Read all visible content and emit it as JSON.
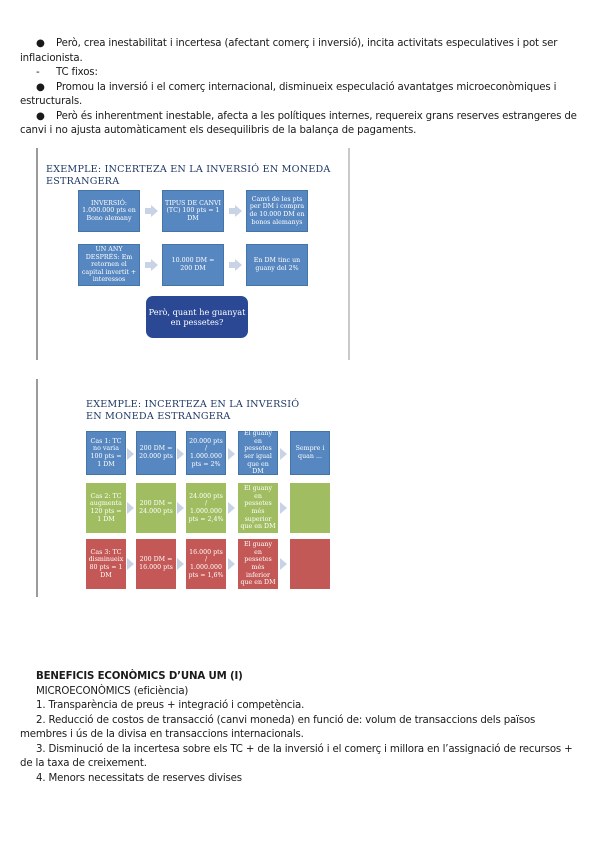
{
  "intro": {
    "bullet1": "Però, crea inestabilitat i incertesa (afectant comerç i inversió), incita activitats especulatives i pot ser inflacionista.",
    "dash_label": "TC fixos:",
    "bullet2": "Promou la inversió i el comerç internacional, disminueix especulació avantatges microeconòmiques i estructurals.",
    "bullet3": "Però és inherentment inestable, afecta a les polítiques internes, requereix grans reserves estrangeres de canvi i no ajusta automàticament els desequilibris de la balança de pagaments.",
    "bullet_glyph": "●",
    "dash_glyph": "-"
  },
  "slide1": {
    "title": "EXEMPLE: INCERTEZA EN LA INVERSIÓ EN MONEDA ESTRANGERA",
    "box_a": "INVERSIÓ: 1.000.000 pts en Bono alemany",
    "box_b": "TIPUS DE CANVI (TC) 100 pts = 1 DM",
    "box_c": "Canvi de les pts per DM i compra de 10.000 DM en bonos alemanys",
    "box_d": "UN ANY DESPRÉS: Em retornen el capital invertit + interessos",
    "box_e": "10.000 DM = 200 DM",
    "box_f": "En DM tinc un guany del 2%",
    "box_g": "Però, quant he guanyat en pessetes?"
  },
  "slide2": {
    "title": "EXEMPLE: INCERTEZA EN LA INVERSIÓ EN MONEDA ESTRANGERA",
    "row1": [
      "Cas 1: TC no varia 100 pts = 1 DM",
      "200 DM = 20.000 pts",
      "20.000 pts / 1.000.000 pts = 2%",
      "El guany en pessetes ser igual que en DM",
      "Sempre i quan ..."
    ],
    "row2": [
      "Cas 2: TC augmenta 120 pts = 1 DM",
      "200 DM = 24.000 pts",
      "24.000 pts / 1.000.000 pts = 2,4%",
      "El guany en pessetes més superior que en DM",
      ""
    ],
    "row3": [
      "Cas 3: TC disminueix 80 pts = 1 DM",
      "200 DM = 16.000 pts",
      "16.000 pts / 1.000.000 pts = 1,6%",
      "El guany en pessetes més inferior que en DM",
      ""
    ]
  },
  "benefits": {
    "heading": "BENEFICIS ECONÒMICS D’UNA UM (I)",
    "sub": "MICROECONÒMICS (eficiència)",
    "p1": "1. Transparència de preus  + integració i competència.",
    "p2a": "2. Reducció de costos de transacció (canvi moneda) en funció de:  volum de transaccions dels països",
    "p2b": "membres i  ús de la divisa en transaccions internacionals.",
    "p3a": "3. Disminució de la incertesa sobre els TC  + de la inversió i el comerç i millora en l’assignació de recursos  +",
    "p3b": "de la taxa de creixement.",
    "p4": "4. Menors necessitats de reserves divises"
  },
  "colors": {
    "blue": "#4f81bd",
    "navy": "#1f3f8f",
    "green": "#9bbb59",
    "red": "#c0504d",
    "title": "#1f3864",
    "arrow": "#c8d3e5"
  }
}
